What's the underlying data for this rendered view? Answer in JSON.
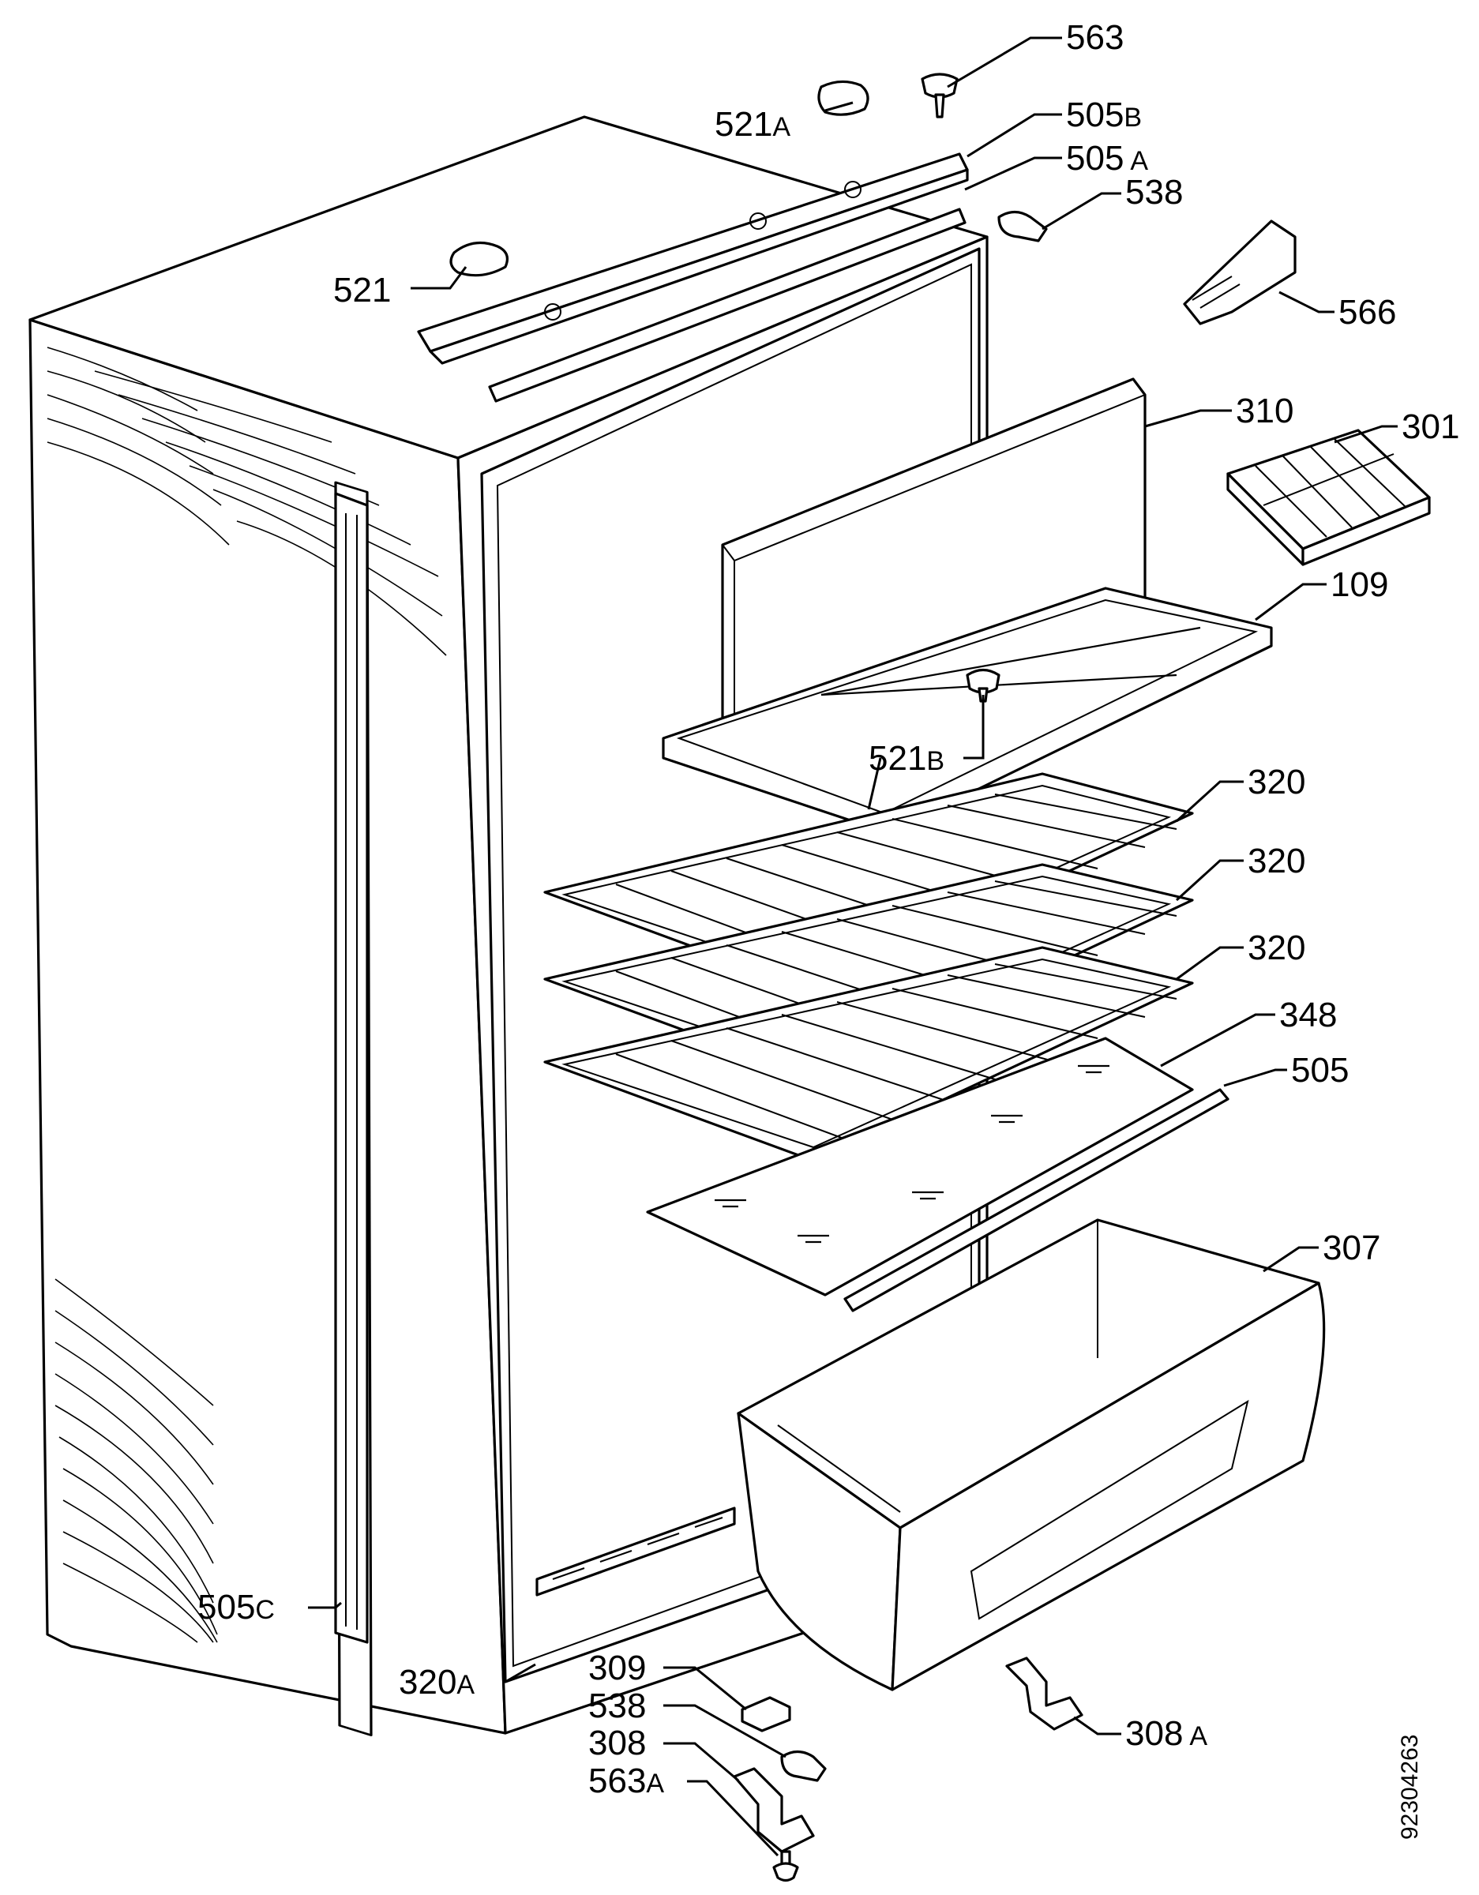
{
  "diagram": {
    "drawing_number": "92304263",
    "callouts": [
      {
        "id": "c563",
        "number": "563",
        "suffix": ""
      },
      {
        "id": "c521A",
        "number": "521",
        "suffix": "A"
      },
      {
        "id": "c505B",
        "number": "505",
        "suffix": "B"
      },
      {
        "id": "c505A",
        "number": "505",
        "suffix": "A"
      },
      {
        "id": "c538top",
        "number": "538",
        "suffix": ""
      },
      {
        "id": "c521",
        "number": "521",
        "suffix": ""
      },
      {
        "id": "c566",
        "number": "566",
        "suffix": ""
      },
      {
        "id": "c310",
        "number": "310",
        "suffix": ""
      },
      {
        "id": "c301",
        "number": "301",
        "suffix": ""
      },
      {
        "id": "c109",
        "number": "109",
        "suffix": ""
      },
      {
        "id": "c521B",
        "number": "521",
        "suffix": "B"
      },
      {
        "id": "c320a",
        "number": "320",
        "suffix": ""
      },
      {
        "id": "c320b",
        "number": "320",
        "suffix": ""
      },
      {
        "id": "c320c",
        "number": "320",
        "suffix": ""
      },
      {
        "id": "c348",
        "number": "348",
        "suffix": ""
      },
      {
        "id": "c505",
        "number": "505",
        "suffix": ""
      },
      {
        "id": "c307",
        "number": "307",
        "suffix": ""
      },
      {
        "id": "c505C",
        "number": "505",
        "suffix": "C"
      },
      {
        "id": "c320A",
        "number": "320",
        "suffix": "A"
      },
      {
        "id": "c309",
        "number": "309",
        "suffix": ""
      },
      {
        "id": "c538bot",
        "number": "538",
        "suffix": ""
      },
      {
        "id": "c308",
        "number": "308",
        "suffix": ""
      },
      {
        "id": "c563A",
        "number": "563",
        "suffix": "A"
      },
      {
        "id": "c308A",
        "number": "308",
        "suffix": "A"
      }
    ]
  }
}
